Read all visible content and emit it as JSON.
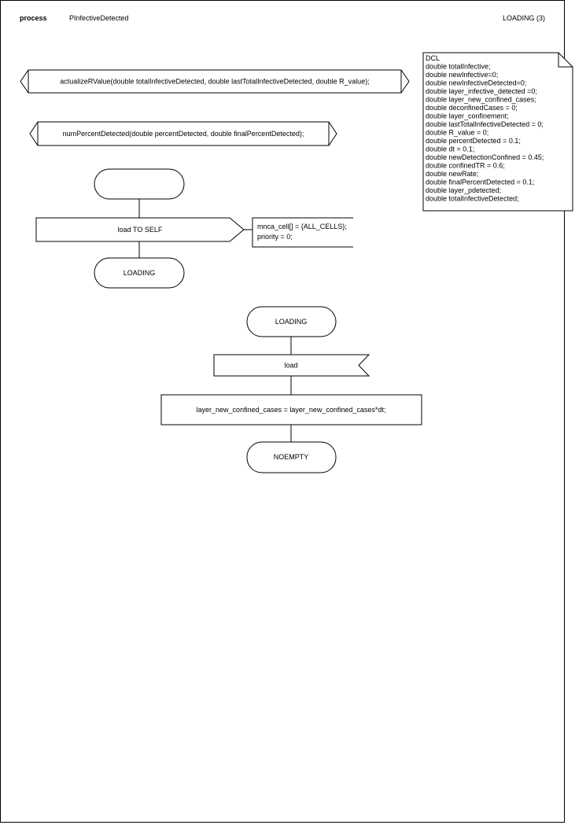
{
  "header": {
    "process_keyword": "process",
    "process_name": "PInfectiveDetected",
    "page_label": "LOADING (3)"
  },
  "procedures": [
    "actualizeRValue(double totalInfectiveDetected, double lastTotalInfectiveDetected, double R_value);",
    "numPercentDetected(double percentDetected, double finalPercentDetected);"
  ],
  "declaration": {
    "lines": [
      "DCL",
      "double totalInfective;",
      "double newInfective=0;",
      "double newInfectiveDetected=0;",
      "double layer_infective_detected =0;",
      "double layer_new_confined_cases;",
      "double deconfinedCases = 0;",
      "double layer_confinement;",
      "double lastTotalInfectiveDetected = 0;",
      "double R_value = 0;",
      "double percentDetected = 0.1;",
      "double dt = 0.1;",
      "double newDetectionConfined = 0.45;",
      "double confinedTR = 0.6;",
      "double newRate;",
      "double finalPercentDetected = 0.1;",
      "double layer_pdetected;",
      "double totalInfectiveDetected;"
    ]
  },
  "start_flow": {
    "start_label": "",
    "output_label": "load TO SELF",
    "output_comment": [
      "mnca_cell[] = {ALL_CELLS};",
      "priority = 0;"
    ],
    "next_state": "LOADING"
  },
  "loading_flow": {
    "state": "LOADING",
    "input_signal": "load",
    "task": "layer_new_confined_cases = layer_new_confined_cases*dt;",
    "next_state": "NOEMPTY"
  }
}
